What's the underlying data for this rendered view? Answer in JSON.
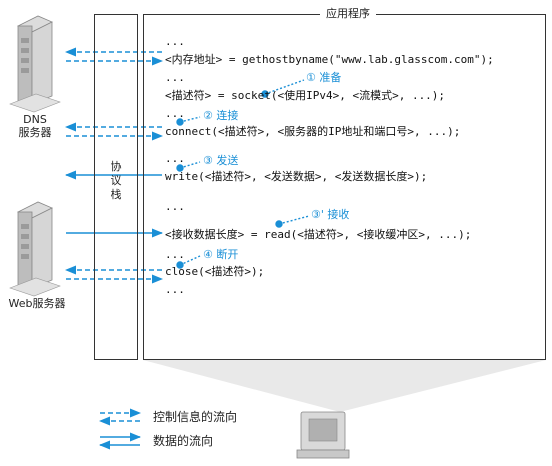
{
  "app_title": "应用程序",
  "stack_label": [
    "协",
    "议",
    "栈"
  ],
  "servers": {
    "dns_label_line1": "DNS",
    "dns_label_line2": "服务器",
    "web_label": "Web服务器"
  },
  "code_lines": {
    "dots1": "...",
    "gethost": "<内存地址> = gethostbyname(\"www.lab.glasscom.com\");",
    "dots2": "...",
    "socket": "<描述符> = socket(<使用IPv4>, <流模式>, ...);",
    "dots3": "...",
    "connect": "connect(<描述符>, <服务器的IP地址和端口号>, ...);",
    "dots4": "...",
    "write": "write(<描述符>, <发送数据>, <发送数据长度>);",
    "dots5": "...",
    "read": "<接收数据长度> = read(<描述符>, <接收缓冲区>, ...);",
    "dots6": "...",
    "close": "close(<描述符>);",
    "dots7": "..."
  },
  "steps": {
    "s1": "① 准备",
    "s2": "② 连接",
    "s3": "③ 发送",
    "s3b": "③' 接收",
    "s4": "④ 断开"
  },
  "legend": {
    "control": "控制信息的流向",
    "data": "数据的流向"
  },
  "colors": {
    "accent": "#1a8fd6",
    "line": "#333333",
    "server_gray": "#cfcfcf",
    "cone_gray": "#e6e6e6"
  }
}
